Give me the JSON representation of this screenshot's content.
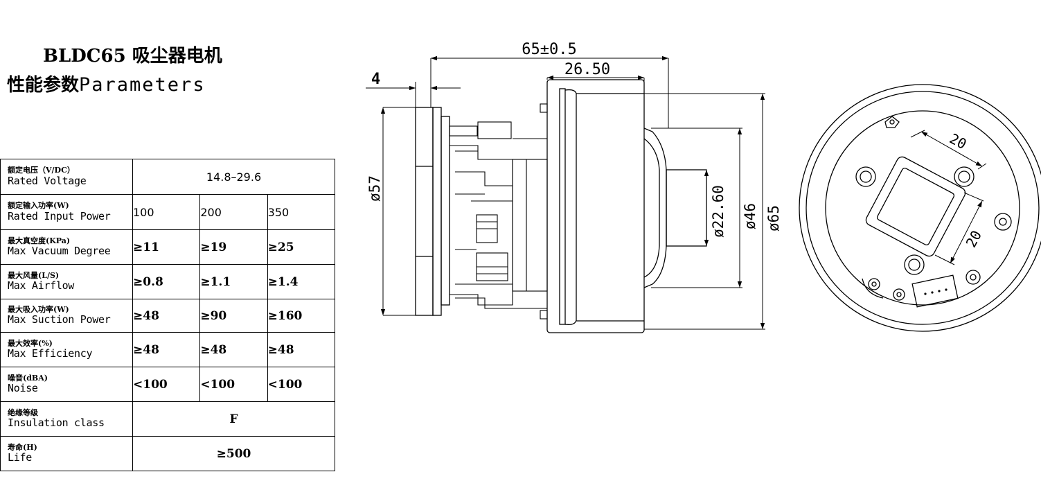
{
  "title": {
    "line1": "BLDC65 吸尘器电机",
    "line2_cn": "性能参数",
    "line2_en": "Parameters"
  },
  "table": {
    "rows": [
      {
        "label_cn": "额定电压（V/DC）",
        "label_en": "Rated Voltage",
        "values": [
          "14.8–29.6"
        ]
      },
      {
        "label_cn": "额定输入功率(W)",
        "label_en": "Rated Input Power",
        "values": [
          "100",
          "200",
          "350"
        ]
      },
      {
        "label_cn": "最大真空度(KPa)",
        "label_en": "Max Vacuum Degree",
        "values": [
          "≥11",
          "≥19",
          "≥25"
        ]
      },
      {
        "label_cn": "最大风量(L/S)",
        "label_en": "Max Airflow",
        "values": [
          "≥0.8",
          "≥1.1",
          "≥1.4"
        ]
      },
      {
        "label_cn": "最大吸入功率(W)",
        "label_en": "Max Suction Power",
        "values": [
          "≥48",
          "≥90",
          "≥160"
        ]
      },
      {
        "label_cn": "最大效率(%)",
        "label_en": "Max Efficiency",
        "values": [
          "≥48",
          "≥48",
          "≥48"
        ]
      },
      {
        "label_cn": "噪音(dBA)",
        "label_en": "Noise",
        "values": [
          "<100",
          "<100",
          "<100"
        ]
      },
      {
        "label_cn": "绝缘等级",
        "label_en": "Insulation class",
        "values": [
          "F"
        ]
      },
      {
        "label_cn": "寿命(H)",
        "label_en": "Life",
        "values": [
          "≥500"
        ]
      }
    ]
  },
  "drawing": {
    "dim_overall_length": "65±0.5",
    "dim_body_length": "26.50",
    "dim_flange_thickness": "4",
    "dim_inlet_diameter": "ø57",
    "dim_outlet_diameter": "ø22.60",
    "dim_body_diameter_46": "ø46",
    "dim_body_diameter_65": "ø65",
    "dim_mount_spacing_a": "20",
    "dim_mount_spacing_b": "20"
  }
}
